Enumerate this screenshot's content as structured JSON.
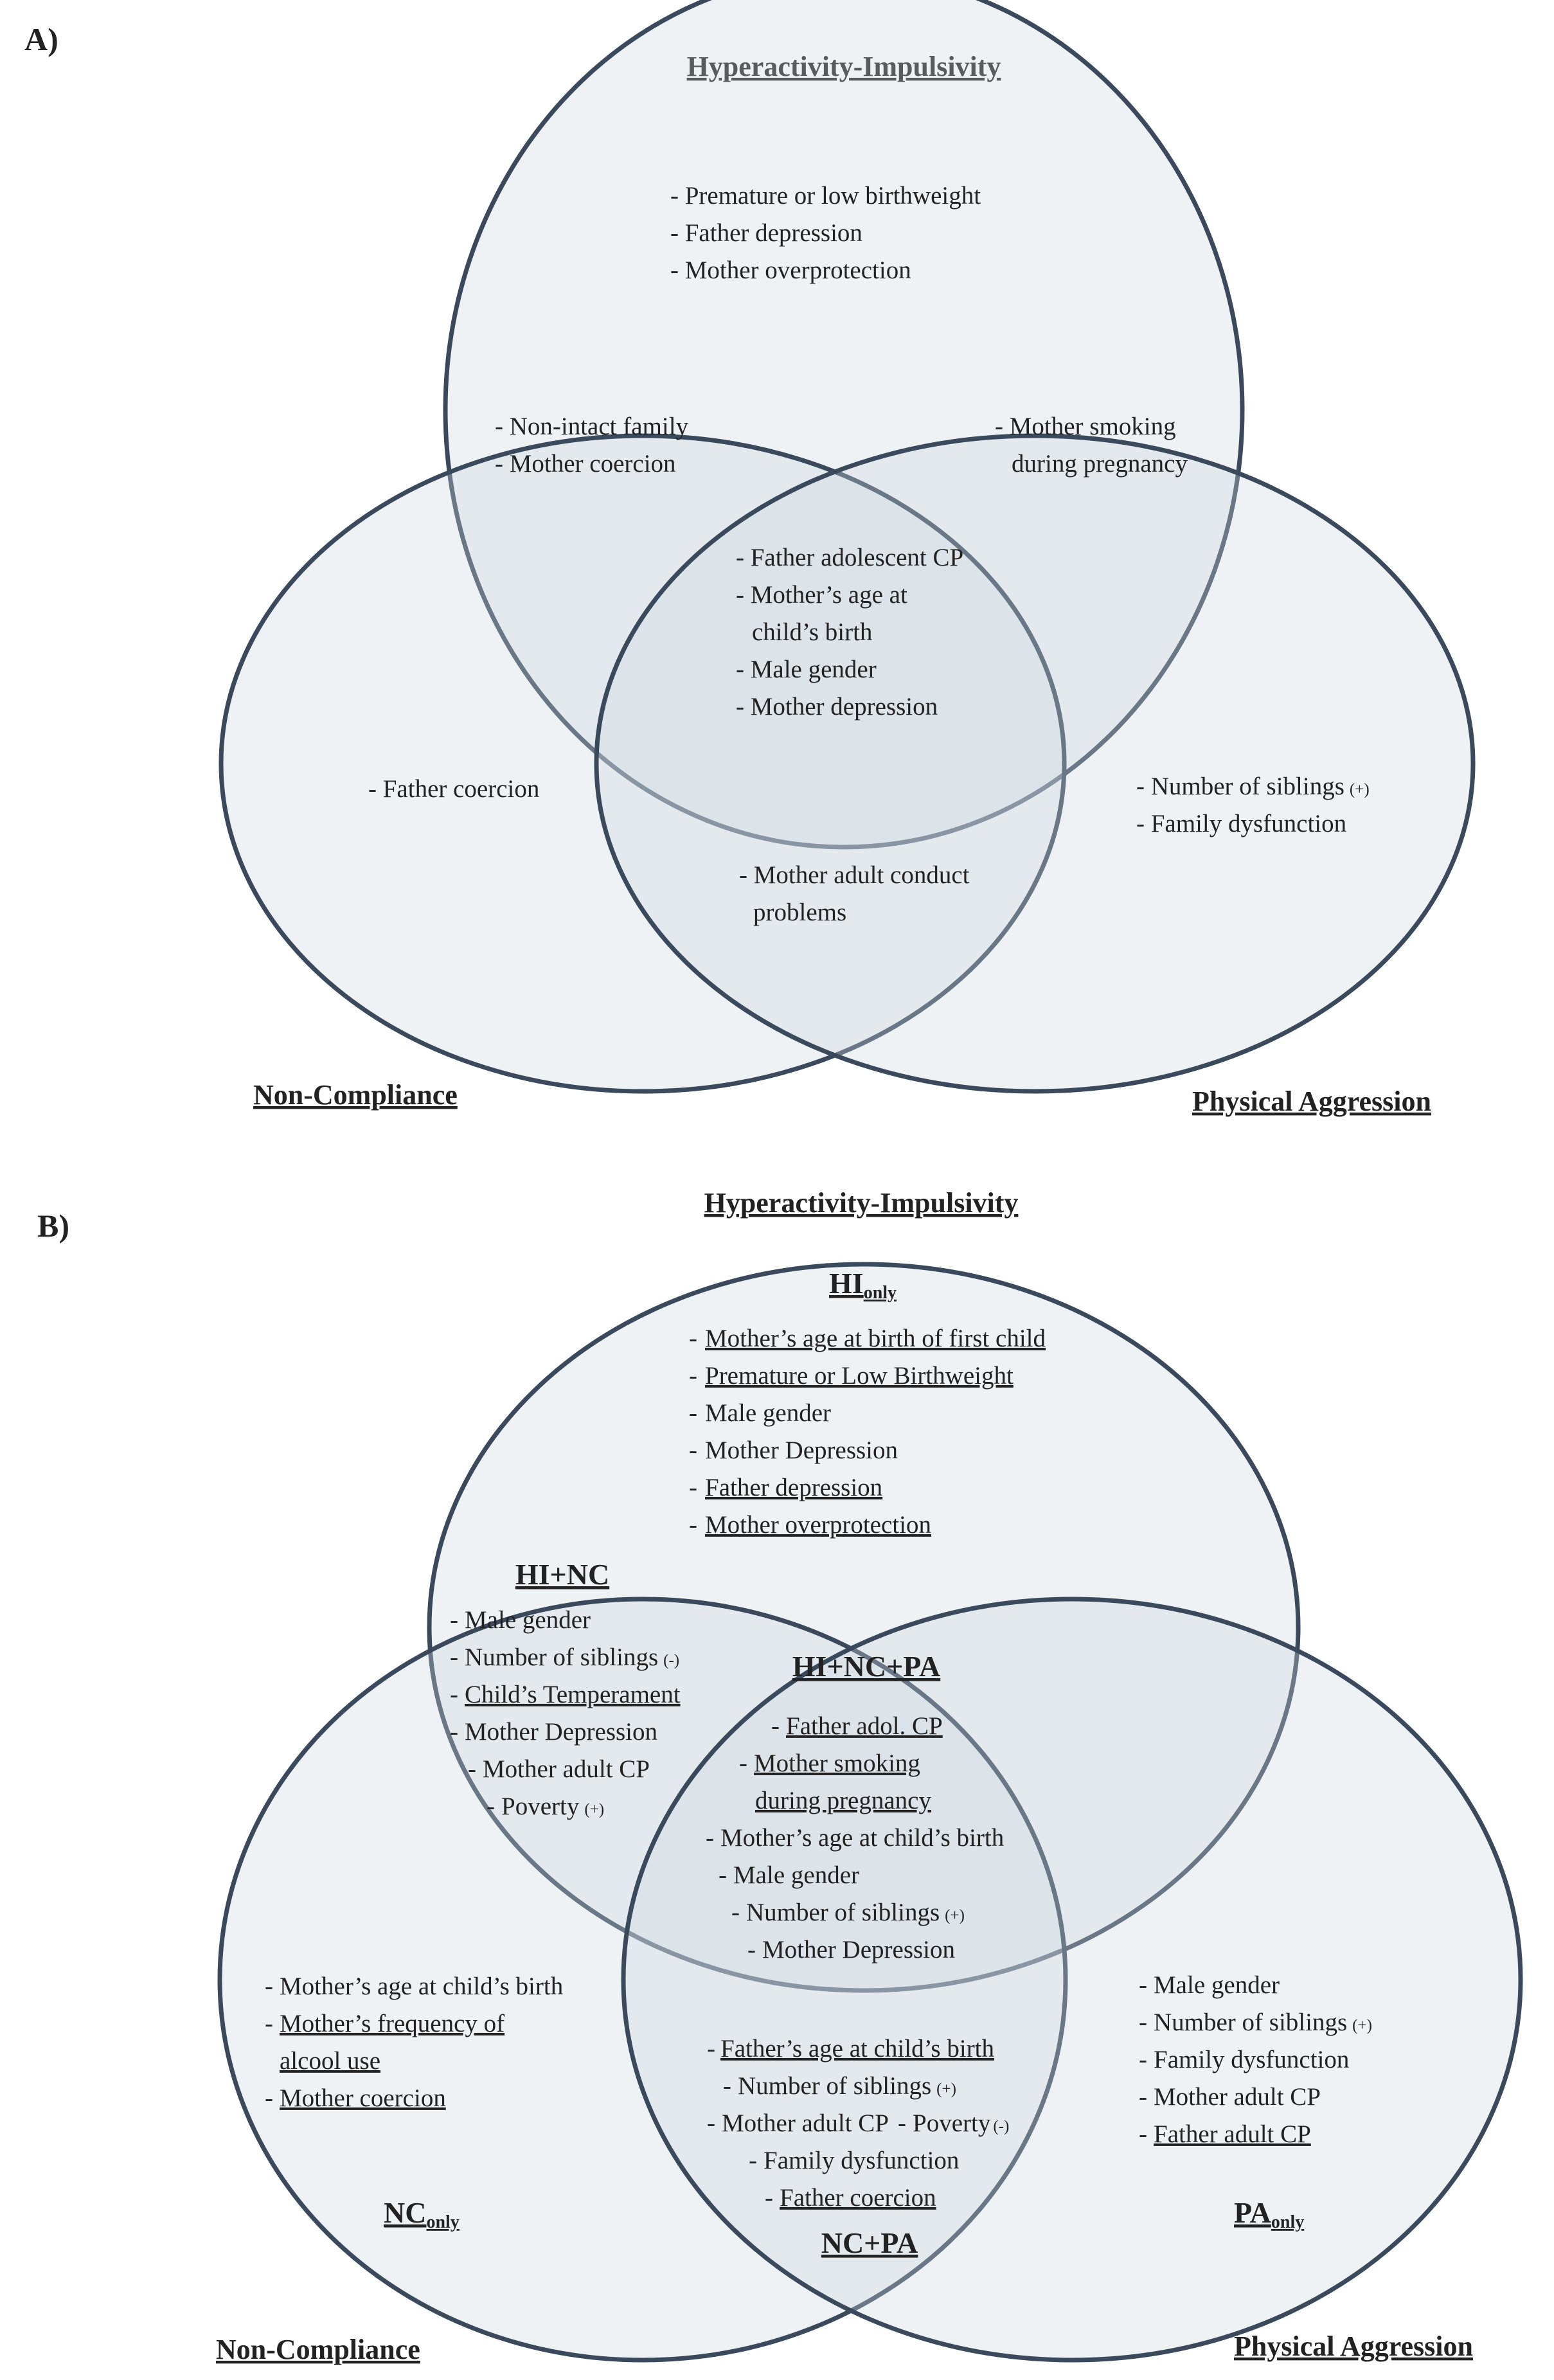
{
  "panel_a": {
    "label": "A)",
    "sets": {
      "hi": "Hyperactivity-Impulsivity",
      "nc": "Non-Compliance",
      "pa": "Physical Aggression"
    },
    "regions": {
      "hi_only": [
        "- Premature or low birthweight",
        "- Father depression",
        "- Mother overprotection"
      ],
      "hi_nc": [
        "- Non-intact family",
        "- Mother coercion"
      ],
      "hi_pa": [
        "- Mother smoking",
        "during pregnancy"
      ],
      "all": [
        "- Father adolescent CP",
        "- Mother’s age at",
        "child’s birth",
        "- Male gender",
        "- Mother depression"
      ],
      "nc_only": [
        "- Father coercion"
      ],
      "pa_only": [
        "- Number of siblings",
        "- Family dysfunction"
      ],
      "pa_only_sign": "(+)",
      "nc_pa": [
        "- Mother adult conduct",
        "problems"
      ]
    }
  },
  "panel_b": {
    "label": "B)",
    "sets": {
      "hi": "Hyperactivity-Impulsivity",
      "nc": "Non-Compliance",
      "pa": "Physical Aggression"
    },
    "region_titles": {
      "hi_only_main": "HI",
      "hi_only_sub": "only",
      "hi_nc": "HI+NC",
      "all": "HI+NC+PA",
      "nc_only_main": "NC",
      "nc_only_sub": "only",
      "pa_only_main": "PA",
      "pa_only_sub": "only",
      "nc_pa": "NC+PA"
    },
    "hi_only": [
      "Mother’s age at birth of first child",
      "Premature or Low Birthweight",
      "Male gender",
      "Mother Depression",
      "Father depression",
      "Mother overprotection"
    ],
    "hi_nc": [
      "Male gender",
      "Number of siblings",
      "Child’s Temperament",
      "Mother Depression",
      "Mother adult CP",
      "Poverty"
    ],
    "hi_nc_signs": {
      "siblings": "(-)",
      "poverty": "(+)"
    },
    "all": [
      "Father adol. CP",
      "Mother smoking",
      "during pregnancy",
      "Mother’s age at child’s birth",
      "Male gender",
      "Number of siblings",
      "Mother Depression"
    ],
    "all_sign": "(+)",
    "nc_only": [
      "Mother’s age at child’s birth",
      "Mother’s frequency of",
      "alcool use",
      "Mother coercion"
    ],
    "pa_only": [
      "Male gender",
      "Number of siblings",
      "Family dysfunction",
      "Mother adult CP",
      "Father adult CP"
    ],
    "pa_only_sign": "(+)",
    "nc_pa": [
      "Father’s age at child’s birth",
      "Number of siblings",
      "Mother adult CP",
      "Poverty",
      "Family dysfunction",
      "Father coercion"
    ],
    "nc_pa_signs": {
      "siblings": "(+)",
      "poverty": "(-)"
    },
    "dash": "-"
  },
  "colors": {
    "circle_stroke": "#3a4a5c",
    "circle_fill": "#cdd6e0",
    "text": "#222222"
  }
}
